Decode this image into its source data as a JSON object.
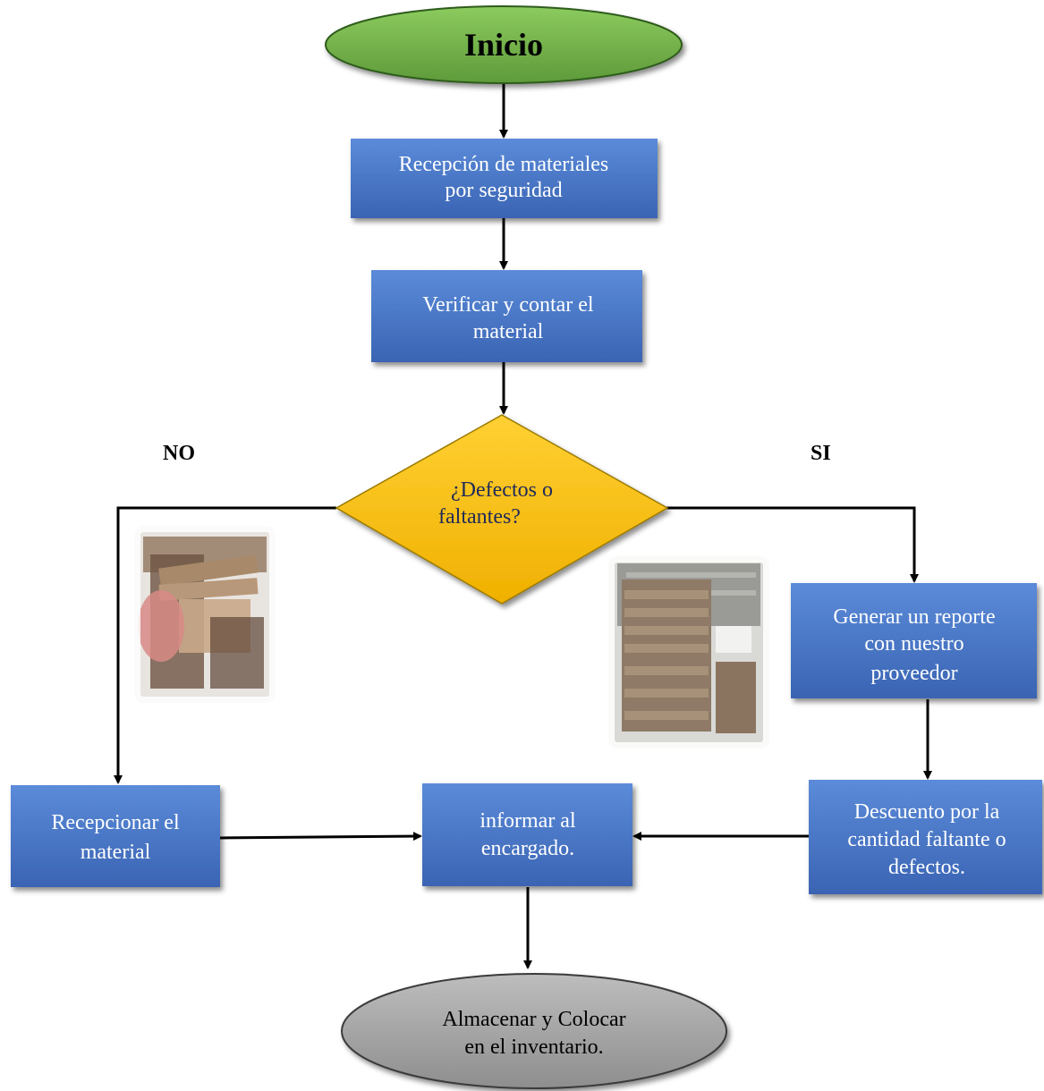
{
  "nodes": {
    "start": "Inicio",
    "reception": [
      "Recepción  de materiales",
      "por seguridad"
    ],
    "verify": [
      "Verificar  y contar el",
      "material"
    ],
    "decision": [
      "¿Defectos  o",
      "faltantes?"
    ],
    "report": [
      "Generar un reporte",
      "con nuestro",
      "proveedor"
    ],
    "discount": [
      "Descuento  por la",
      "cantidad faltante  o",
      "defectos."
    ],
    "receive": [
      "Recepcionar  el",
      "material"
    ],
    "inform": [
      "informar  al",
      "encargado."
    ],
    "end": [
      "Almacenar  y Colocar",
      "en el inventario."
    ]
  },
  "branches": {
    "no": "NO",
    "yes": "SI"
  },
  "colors": {
    "process": "#4472C4",
    "start": "#70AD47",
    "decision": "#FFC000",
    "end": "#A6A6A6"
  },
  "images": [
    "cardboard-sheets-photo",
    "cardboard-stacks-photo"
  ]
}
